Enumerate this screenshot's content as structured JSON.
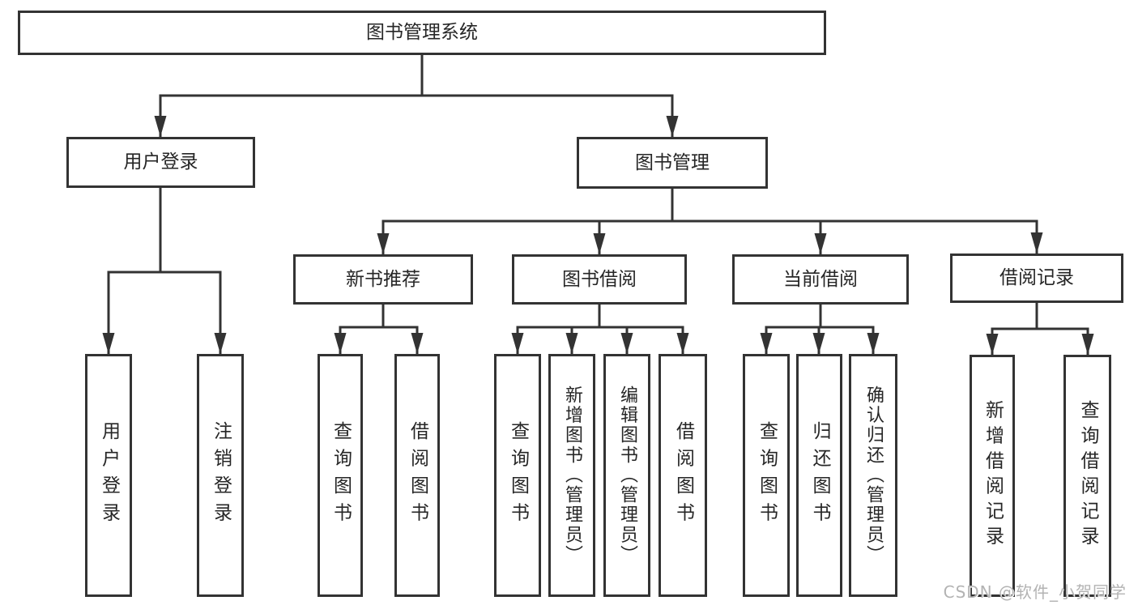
{
  "diagram": {
    "root": {
      "label": "图书管理系统"
    },
    "level2": [
      {
        "label": "用户登录"
      },
      {
        "label": "图书管理"
      }
    ],
    "level3": [
      {
        "label": "新书推荐"
      },
      {
        "label": "图书借阅"
      },
      {
        "label": "当前借阅"
      },
      {
        "label": "借阅记录"
      }
    ],
    "leaves": {
      "user_login": [
        {
          "label": "用户登录"
        },
        {
          "label": "注销登录"
        }
      ],
      "new_book": [
        {
          "label": "查询图书"
        },
        {
          "label": "借阅图书"
        }
      ],
      "book_borrow": [
        {
          "label": "查询图书"
        },
        {
          "label": "新增图书（管理员）"
        },
        {
          "label": "编辑图书（管理员）"
        },
        {
          "label": "借阅图书"
        }
      ],
      "current_borrow": [
        {
          "label": "查询图书"
        },
        {
          "label": "归还图书"
        },
        {
          "label": "确认归还（管理员）"
        }
      ],
      "borrow_records": [
        {
          "label": "新增借阅记录"
        },
        {
          "label": "查询借阅记录"
        }
      ]
    },
    "watermark": "CSDN @软件_小贺同学",
    "colors": {
      "line": "#333333",
      "text": "#262626",
      "background": "#ffffff",
      "watermark": "#b3b3b3"
    }
  }
}
